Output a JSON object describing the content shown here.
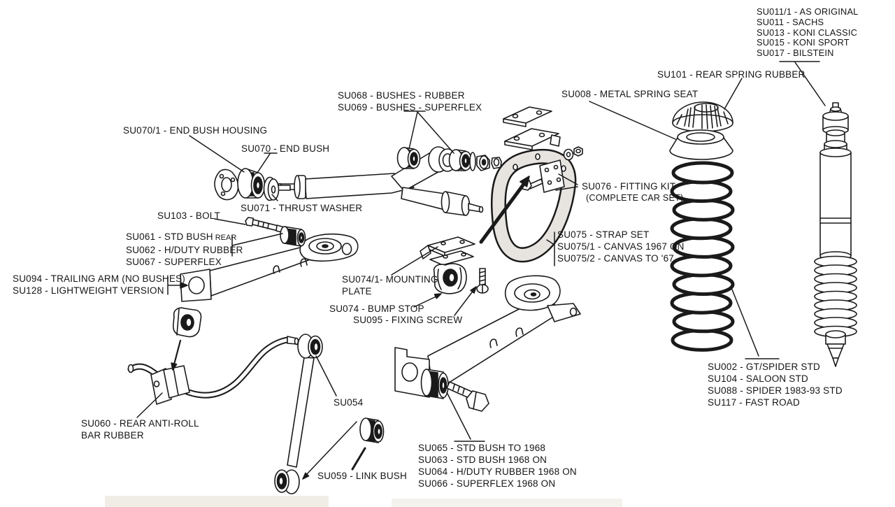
{
  "colors": {
    "ink": "#1a1a1a",
    "paper": "#ffffff",
    "strap_fill": "#e7e4e0"
  },
  "labels": {
    "shock_options": {
      "lines": [
        "SU011/1 - AS ORIGINAL",
        "SU011 - SACHS",
        "SU013 - KONI CLASSIC",
        "SU015 - KONI SPORT",
        "SU017 - BILSTEIN"
      ]
    },
    "su101": "SU101 - REAR SPRING RUBBER",
    "su008": "SU008 - METAL SPRING SEAT",
    "arm_bushes": {
      "lines": [
        "SU068 - BUSHES - RUBBER",
        "SU069 - BUSHES - SUPERFLEX"
      ]
    },
    "su070_1": "SU070/1 - END BUSH HOUSING",
    "su070": "SU070 - END BUSH",
    "su071": "SU071 - THRUST WASHER",
    "su103": "SU103 - BOLT",
    "front_bush_options": {
      "line1": "SU061 - STD BUSH",
      "line1_suffix": "REAR",
      "lines": [
        "SU062 - H/DUTY RUBBER",
        "SU067 - SUPERFLEX"
      ]
    },
    "trailing_arm": {
      "lines": [
        "SU094 - TRAILING ARM (NO BUSHES)",
        "SU128 - LIGHTWEIGHT VERSION"
      ]
    },
    "fitting_kit": {
      "lines": [
        "SU076 - FITTING KIT",
        "(COMPLETE CAR SET)"
      ]
    },
    "strap_set": {
      "lines": [
        "SU075 - STRAP SET",
        "SU075/1 - CANVAS 1967 ON",
        "SU075/2 - CANVAS TO '67"
      ]
    },
    "mounting_plate": {
      "lines": [
        "SU074/1- MOUNTING",
        "PLATE"
      ]
    },
    "su074": "SU074 - BUMP STOP",
    "su095": "SU095 - FIXING SCREW",
    "su054": "SU054",
    "antiroll_rubber": {
      "lines": [
        "SU060 - REAR ANTI-ROLL",
        "BAR RUBBER"
      ]
    },
    "su059": "SU059 - LINK BUSH",
    "rear_bush_options": {
      "lines": [
        "SU065 - STD BUSH TO 1968",
        "SU063 - STD BUSH 1968 ON",
        "SU064 - H/DUTY RUBBER 1968 ON",
        "SU066 - SUPERFLEX 1968 ON"
      ]
    },
    "spring_options": {
      "lines": [
        "SU002 - GT/SPIDER STD",
        "SU104 - SALOON STD",
        "SU088 - SPIDER 1983-93 STD",
        "SU117 - FAST ROAD"
      ]
    }
  }
}
